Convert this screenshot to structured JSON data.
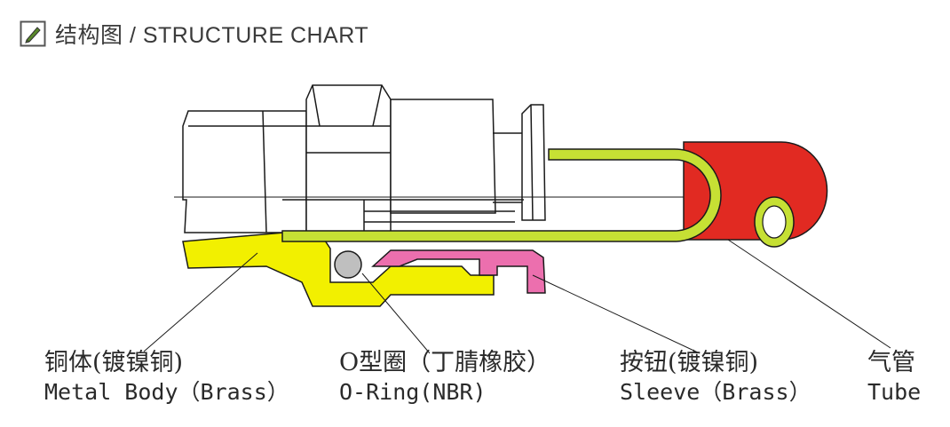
{
  "header": {
    "title": "结构图 / STRUCTURE CHART",
    "icon": "pen-in-box-icon"
  },
  "colors": {
    "metal_body": "#f2f000",
    "tube": "#e12a22",
    "tube_wall": "#c6e034",
    "sleeve": "#ec6fae",
    "o_ring": "#bfbfbf",
    "outline": "#1a1a1a"
  },
  "labels": [
    {
      "id": "body",
      "zh": "铜体(镀镍铜)",
      "en": "Metal Body（Brass）"
    },
    {
      "id": "oring",
      "zh": "O型圈（丁腈橡胶）",
      "en": "O-Ring(NBR)"
    },
    {
      "id": "sleeve",
      "zh": "按钮(镀镍铜)",
      "en": "Sleeve（Brass）"
    },
    {
      "id": "tube",
      "zh": "气管",
      "en": "Tube"
    }
  ]
}
